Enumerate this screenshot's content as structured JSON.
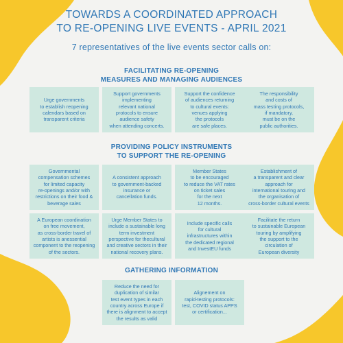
{
  "colors": {
    "background": "#f3f3f1",
    "yellow": "#f7c72b",
    "card": "#cfe8e0",
    "text": "#2f77b5"
  },
  "title": {
    "line1": "TOWARDS A COORDINATED APPROACH",
    "line2": "TO RE-OPENING LIVE EVENTS - APRIL 2021"
  },
  "subtitle": "7 representatives of the live events sector calls on:",
  "sections": [
    {
      "heading_line1": "FACILITATING RE-OPENING",
      "heading_line2": "MEASURES AND MANAGING AUDIENCES",
      "cards": [
        "Urge governments\nto establish reopening\ncalendars based on\ntransparent criteria",
        "Support governments\nimplementing\nrelevant national\nprotocols to ensure\naudience safety\nwhen attending concerts.",
        "Support the confidence\nof audiences returning\nto  cultural events:\nvenues applying\nthe protocols\nare safe places.",
        "The responsibility\nand costs of\nmass testing protocols,\nif mandatory,\nmust be on the\npublic authorities."
      ]
    },
    {
      "heading_line1": "PROVIDING POLICY INSTRUMENTS",
      "heading_line2": "TO SUPPORT THE RE-OPENING",
      "cards": [
        "Governmental\ncompensation schemes\nfor limited capacity\nre-openings and/or with\nrestrictions on their food &\nbeverage sales",
        "A consistent approach\nto government-backed\ninsurance or\ncancellation funds.",
        "Member States\nto be encouraged\nto reduce the VAT rates\non ticket sales\nfor the next\n12 months.",
        "Establishment of\na transparent and clear\napproach for\ninternational touring and\nthe organisation of\ncross-border cultural events",
        "A European coordination\non free movement,\nas cross-border travel of\nartists is anessential\ncomponent to the reopening\nof the sectors.",
        "Urge Member States to\ninclude a sustainable long\nterm investment\nperspective for thecultural\nand creative sectors in their\nnational recovery plans.",
        "Include specific calls\nfor cultural\ninfrastructures within\nthe dedicated regional\nand InvestEU funds",
        "Facilitate the return\nto sustainable European\ntouring by amplifying\nthe support to the\ncirculation of\nEuropean diversity"
      ]
    },
    {
      "heading_line1": "GATHERING INFORMATION",
      "cards": [
        "Reduce the need for\nduplication of similar\ntest event types in each\ncountry across Europe if\nthere is alignment to accept\nthe results as valid",
        "Alignement on\nrapid-testing protocols:\ntest, COVID status APPS\nor certification..."
      ]
    }
  ]
}
